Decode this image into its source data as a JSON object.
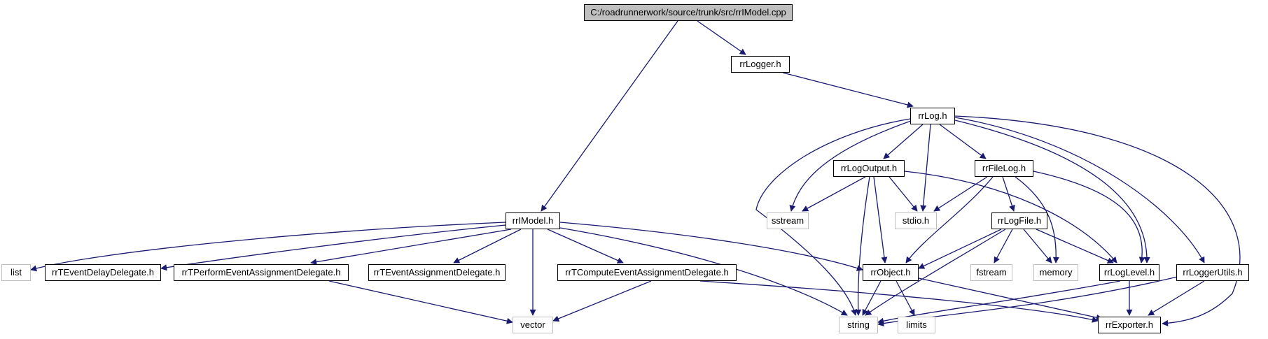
{
  "graph": {
    "edge_color": "#191970",
    "root_fill": "#bfbfbf",
    "external_border": "#bfbfbf",
    "nodes": {
      "root": "C:/roadrunnerwork/source/trunk/src/rrIModel.cpp",
      "rrLogger_h": "rrLogger.h",
      "rrLog_h": "rrLog.h",
      "rrLogOutput_h": "rrLogOutput.h",
      "rrFileLog_h": "rrFileLog.h",
      "rrIModel_h": "rrIModel.h",
      "sstream": "sstream",
      "stdio_h": "stdio.h",
      "rrLogFile_h": "rrLogFile.h",
      "list": "list",
      "rrTEventDelayDelegate_h": "rrTEventDelayDelegate.h",
      "rrTPerformEventAssignmentDelegate_h": "rrTPerformEventAssignmentDelegate.h",
      "rrTEventAssignmentDelegate_h": "rrTEventAssignmentDelegate.h",
      "rrTComputeEventAssignmentDelegate_h": "rrTComputeEventAssignmentDelegate.h",
      "rrObject_h": "rrObject.h",
      "fstream": "fstream",
      "memory": "memory",
      "rrLogLevel_h": "rrLogLevel.h",
      "rrLoggerUtils_h": "rrLoggerUtils.h",
      "vector": "vector",
      "string": "string",
      "limits": "limits",
      "rrExporter_h": "rrExporter.h"
    }
  }
}
